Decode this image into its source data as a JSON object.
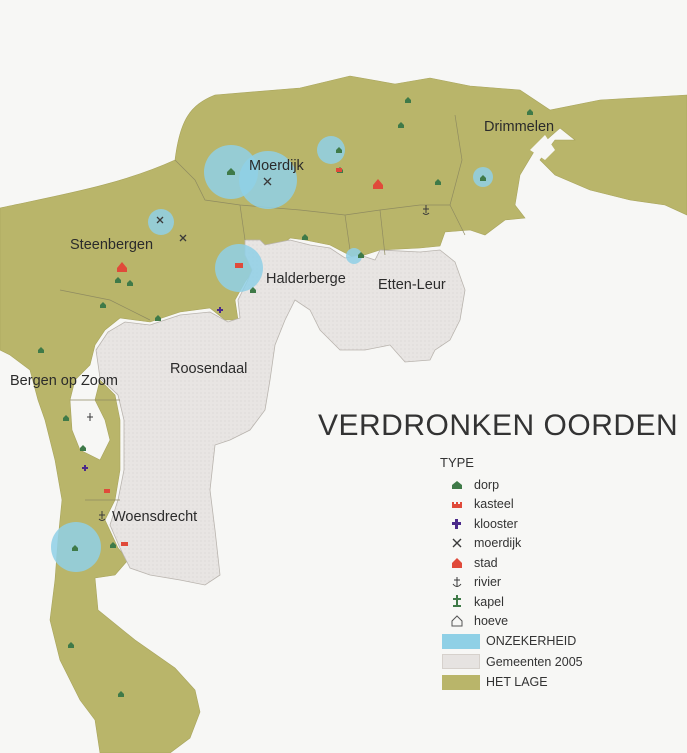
{
  "map": {
    "title": "VERDRONKEN OORDEN",
    "places": {
      "moerdijk": "Moerdijk",
      "drimmelen": "Drimmelen",
      "steenbergen": "Steenbergen",
      "halderberge": "Halderberge",
      "etten_leur": "Etten-Leur",
      "roosendaal": "Roosendaal",
      "bergen_op_zoom": "Bergen op Zoom",
      "woensdrecht": "Woensdrecht"
    },
    "colors": {
      "lowland": "#b9b56a",
      "municipality": "#e6e3e1",
      "uncertainty": "#8fd0e6",
      "symbol_green": "#3f7a48",
      "symbol_red": "#e04a3a",
      "symbol_purple": "#4b2a8a",
      "symbol_dark": "#3a3a3a"
    }
  },
  "legend": {
    "type_heading": "TYPE",
    "symbols": [
      {
        "icon": "house-icon",
        "label": "dorp"
      },
      {
        "icon": "castle-icon",
        "label": "kasteel"
      },
      {
        "icon": "cross-icon",
        "label": "klooster"
      },
      {
        "icon": "crossed-tools-icon",
        "label": "moerdijk"
      },
      {
        "icon": "town-icon",
        "label": "stad"
      },
      {
        "icon": "anchor-icon",
        "label": "rivier"
      },
      {
        "icon": "chapel-icon",
        "label": "kapel"
      },
      {
        "icon": "farmhouse-icon",
        "label": "hoeve"
      }
    ],
    "areas": [
      {
        "label": "ONZEKERHEID",
        "color": "#8fd0e6"
      },
      {
        "label": "Gemeenten 2005",
        "color": "#e6e3e1"
      },
      {
        "label": "HET LAGE",
        "color": "#b9b56a"
      }
    ]
  }
}
